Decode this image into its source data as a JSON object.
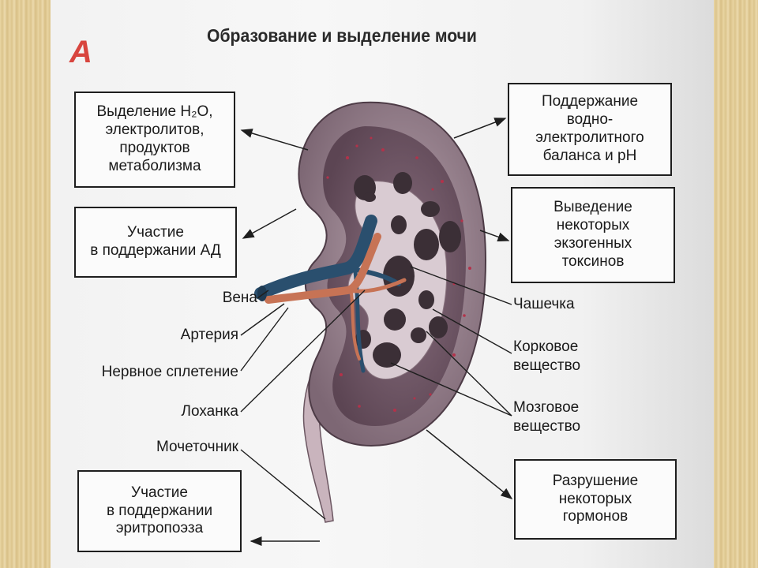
{
  "title": "Образование и выделение мочи",
  "panel_letter": "А",
  "boxes": {
    "excretion": "Выделение H₂O,\nэлектролитов,\nпродуктов\nметаболизма",
    "blood_pressure": "Участие\nв поддержании АД",
    "erythropoiesis": "Участие\nв поддержании\nэритропоэза",
    "water_balance": "Поддержание\nводно-\nэлектролитного\nбаланса и pH",
    "toxins": "Выведение\nнекоторых\nэкзогенных\nтоксинов",
    "hormones": "Разрушение\nнекоторых\nгормонов"
  },
  "labels": {
    "vein": "Вена",
    "artery": "Артерия",
    "nerve_plexus": "Нервное сплетение",
    "pelvis": "Лоханка",
    "ureter": "Мочеточник",
    "calyx": "Чашечка",
    "cortex": "Корковое\nвещество",
    "medulla": "Мозговое\nвещество"
  },
  "colors": {
    "kidney_outer": "#9a8591",
    "kidney_cortex": "#6e5564",
    "kidney_inner": "#d9cbd2",
    "vein": "#2a4f6e",
    "artery": "#c77355",
    "cavity": "#3b2f36",
    "title_letter": "#d8453e"
  }
}
